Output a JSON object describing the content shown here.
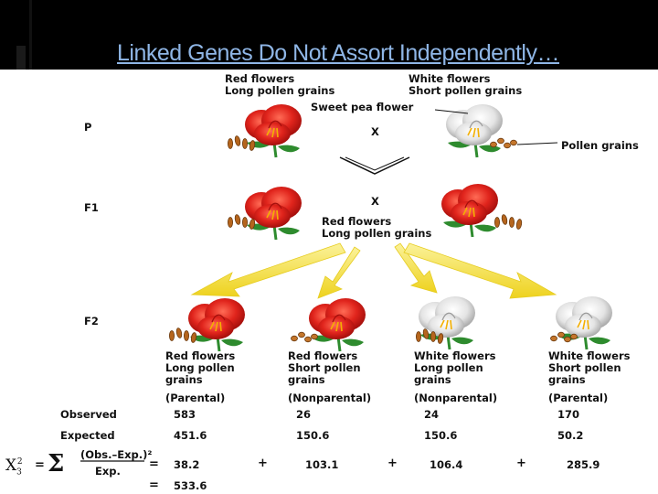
{
  "title": "Linked Genes Do Not Assort Independently…",
  "parents": {
    "red": "Red flowers\nLong pollen grains",
    "white": "White flowers\nShort pollen grains",
    "flower_label": "Sweet pea flower",
    "pollen_label": "Pollen grains"
  },
  "generations": {
    "p": "P",
    "f1": "F1",
    "f2": "F2"
  },
  "cross_symbol": "X",
  "f1_offspring": "Red flowers\nLong pollen grains",
  "f2_classes": [
    {
      "label": "Red flowers\nLong pollen\ngrains",
      "type": "(Parental)",
      "observed": "583",
      "expected": "451.6",
      "chi": "38.2"
    },
    {
      "label": "Red flowers\nShort pollen\ngrains",
      "type": "(Nonparental)",
      "observed": "26",
      "expected": "150.6",
      "chi": "103.1"
    },
    {
      "label": "White flowers\nLong pollen\ngrains",
      "type": "(Nonparental)",
      "observed": "24",
      "expected": "150.6",
      "chi": "106.4"
    },
    {
      "label": "White flowers\nShort pollen\ngrains",
      "type": "(Parental)",
      "observed": "170",
      "expected": "50.2",
      "chi": "285.9"
    }
  ],
  "stats": {
    "observed_label": "Observed",
    "expected_label": "Expected",
    "formula_numerator": "(Obs.–Exp.)²",
    "formula_denominator": "Exp.",
    "chi_symbol": "X",
    "chi_sub": "3",
    "chi_sup": "2",
    "sigma": "Σ",
    "equals": "=",
    "plus": "+",
    "total": "533.6"
  },
  "colors": {
    "red_flower": "#e0241c",
    "white_flower": "#d9d9d9",
    "arrow": "#f2e23a",
    "title": "#8fb6e6"
  }
}
